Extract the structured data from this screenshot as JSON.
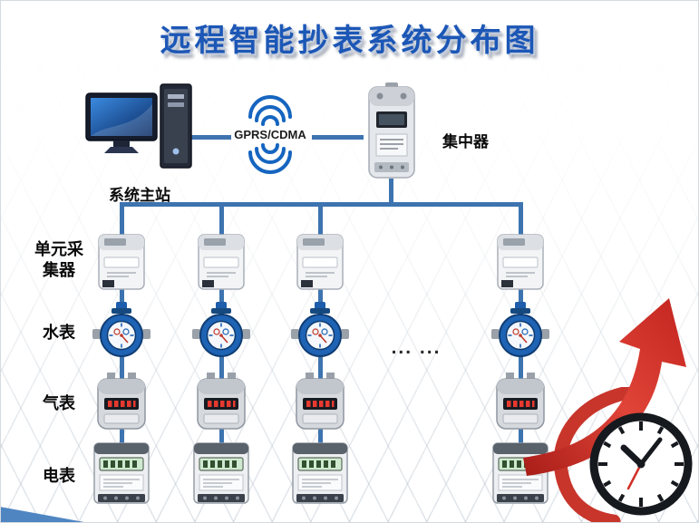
{
  "title": "远程智能抄表系统分布图",
  "top_row": {
    "master_station_label": "系统主站",
    "wireless_label": "GPRS/CDMA",
    "concentrator_label": "集中器"
  },
  "row_labels": {
    "collector": "单元采集器",
    "collector_line1": "单元采",
    "collector_line2": "集器",
    "water_meter": "水表",
    "gas_meter": "气表",
    "electric_meter": "电表"
  },
  "ellipsis": "...  ...",
  "branch_count": 4,
  "icons": {
    "master_station": "desktop-computer-icon",
    "wireless": "radio-signal-icon",
    "concentrator": "concentrator-device-icon",
    "unit_collector": "unit-collector-icon",
    "water_meter": "water-meter-icon",
    "gas_meter": "gas-meter-icon",
    "electric_meter": "electric-meter-icon",
    "arrow": "red-curved-arrow-icon",
    "clock": "clock-icon"
  },
  "colors": {
    "title_blue": "#1c57b6",
    "connector_blue": "#3d74b0",
    "signal_blue": "#1565c0",
    "arrow_red": "#c8352b"
  }
}
